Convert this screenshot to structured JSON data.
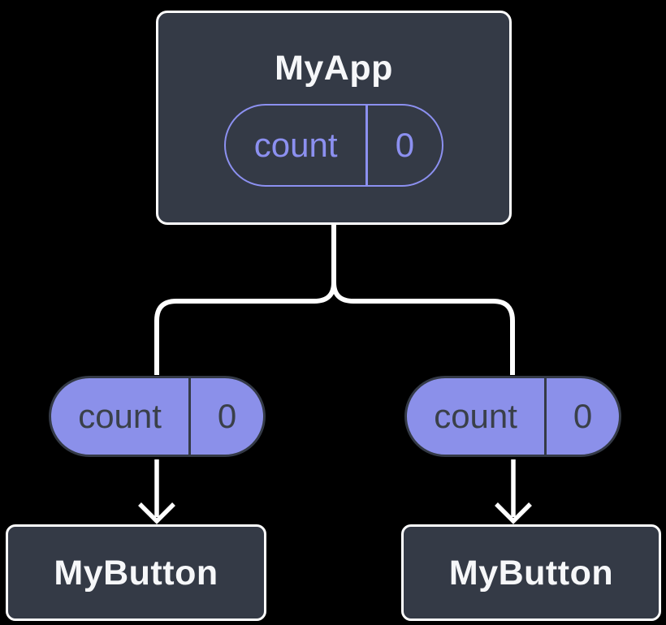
{
  "diagram": {
    "type": "react-component-tree",
    "background_color": "#000000",
    "colors": {
      "node_fill": "#343A46",
      "node_border": "#FFFFFF",
      "accent_purple": "#8B90EA",
      "pill_outline_purple": "#8C90F0",
      "pill_dark_text": "#3A4049",
      "connector": "#FFFFFF"
    },
    "root": {
      "title": "MyApp",
      "state": {
        "key": "count",
        "value": "0"
      }
    },
    "props": [
      {
        "key": "count",
        "value": "0"
      },
      {
        "key": "count",
        "value": "0"
      }
    ],
    "children": [
      {
        "title": "MyButton"
      },
      {
        "title": "MyButton"
      }
    ]
  }
}
